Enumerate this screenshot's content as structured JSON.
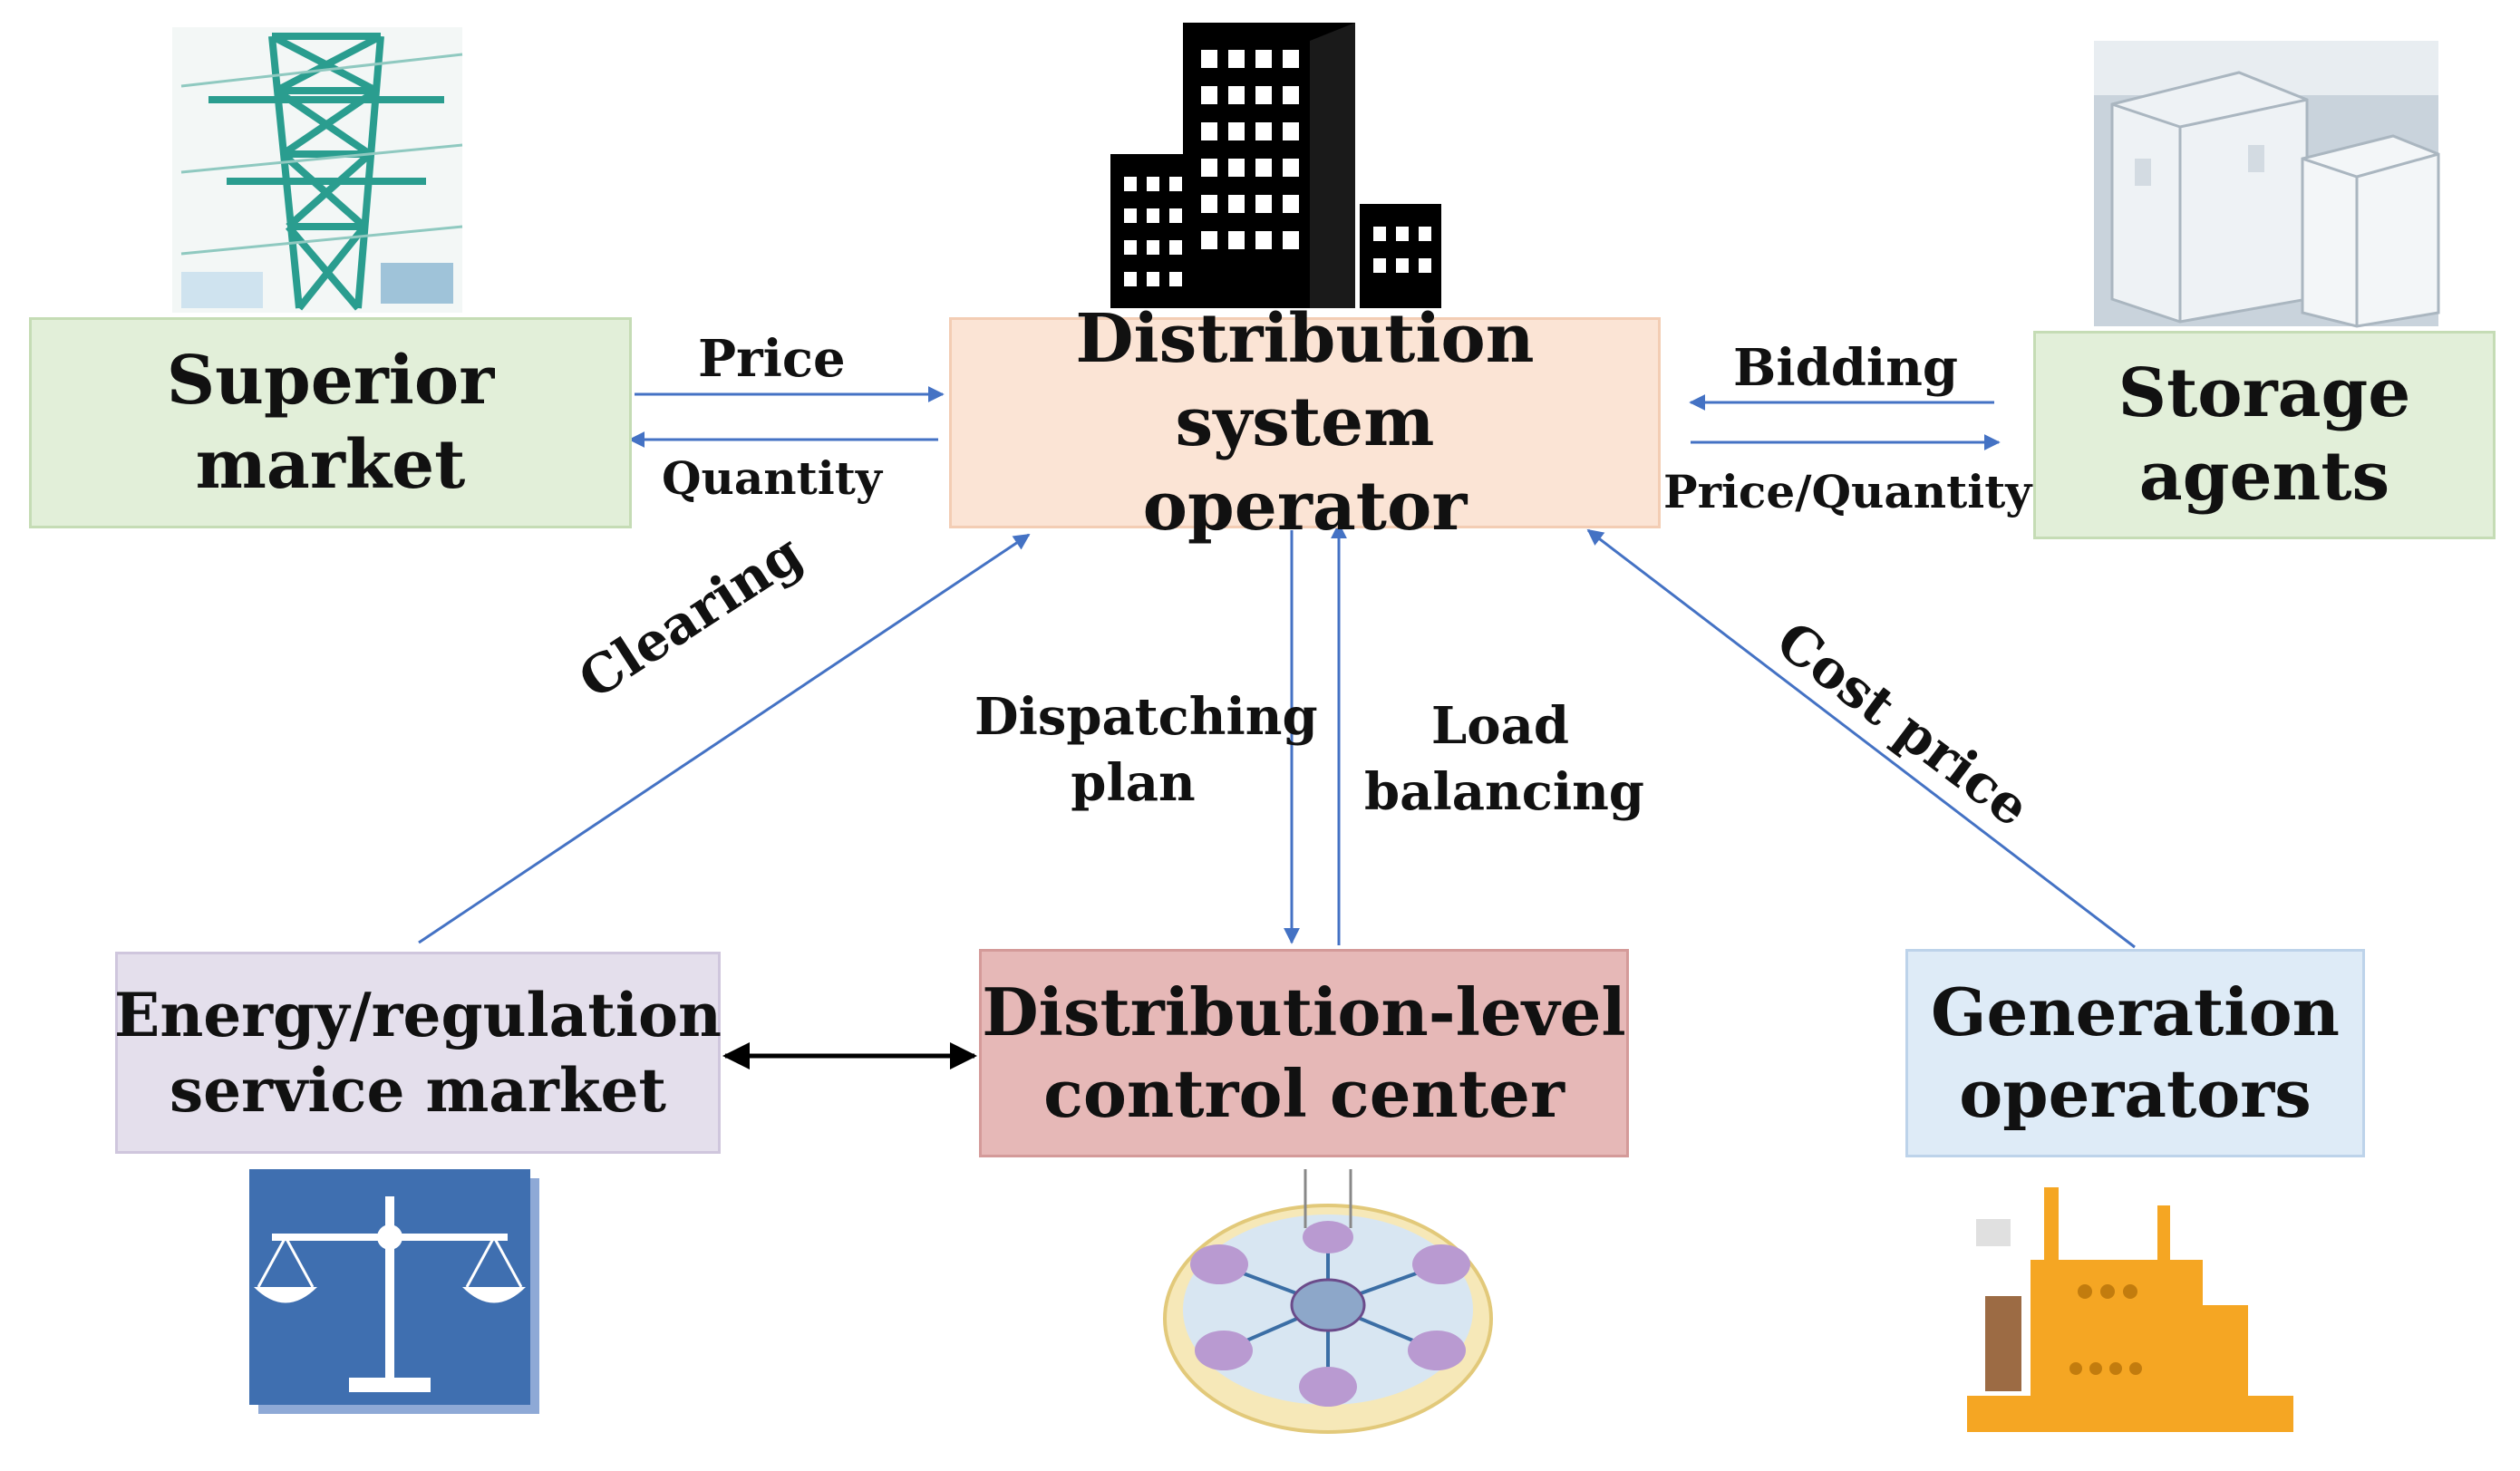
{
  "nodes": {
    "superior_market": {
      "label": "Superior\nmarket",
      "fill": "#e2efd9",
      "border": "#c5dcb5"
    },
    "dso": {
      "label": "Distribution system\noperator",
      "fill": "#fbe4d5",
      "border": "#f3cdb4"
    },
    "storage_agents": {
      "label": "Storage\nagents",
      "fill": "#e2efd9",
      "border": "#c5dcb5"
    },
    "energy_market": {
      "label": "Energy/regulation\nservice market",
      "fill": "#e4dfec",
      "border": "#cfc6dd"
    },
    "control_center": {
      "label": "Distribution-level\ncontrol center",
      "fill": "#e6b8b7",
      "border": "#d49a99"
    },
    "generation_operators": {
      "label": "Generation\noperators",
      "fill": "#deebf7",
      "border": "#bdd3ea"
    }
  },
  "edges": {
    "price": "Price",
    "quantity": "Quantity",
    "bidding": "Bidding",
    "price_quantity": "Price/Quantity",
    "clearing": "Clearing",
    "dispatching_plan": "Dispatching\nplan",
    "load_balancing": "Load\nbalancing",
    "cost_price": "Cost price"
  },
  "icons": {
    "transmission_tower": "transmission-tower-icon",
    "office_building": "office-building-icon",
    "storage_units": "storage-container-icon",
    "justice_scales": "justice-scales-icon",
    "microgrid": "microgrid-icon",
    "generator": "generator-icon"
  },
  "colors": {
    "arrow_blue": "#4472c4",
    "arrow_black": "#000000",
    "tower_green": "#2a9d8f",
    "generator_orange": "#f5a623"
  }
}
